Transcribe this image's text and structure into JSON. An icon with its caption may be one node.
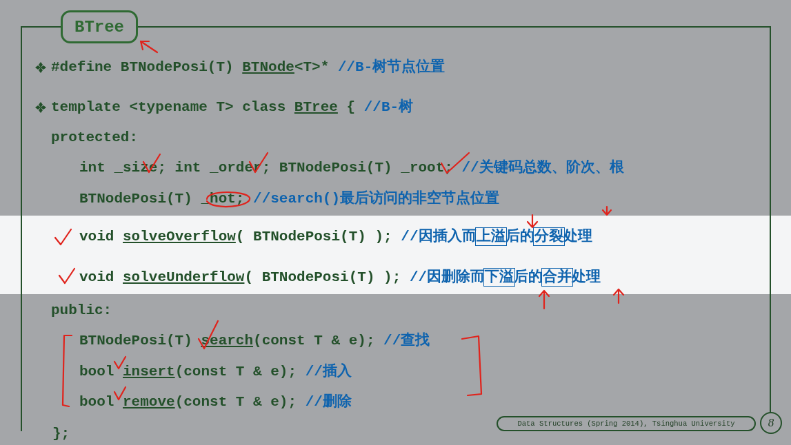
{
  "diagram": {
    "title": "BTree",
    "labels": [
      "#define BTNodePosi(T) BTNode<T>* //B-树节点位置",
      "template <typename T> class BTree { //B-树",
      "protected:",
      "int _size; int _order; BTNodePosi(T) _root; //关键码总数、阶次、根",
      "BTNodePosi(T) _hot; //search()最后访问的非空节点位置",
      "void solveOverflow( BTNodePosi(T) ); //因插入而上溢后的分裂处理",
      "void solveUnderflow( BTNodePosi(T) ); //因删除而下溢后的合并处理",
      "public:",
      "BTNodePosi(T) search(const T & e); //查找",
      "bool insert(const T & e); //插入",
      "bool remove(const T & e); //删除",
      "};",
      "Data Structures (Spring 2014), Tsinghua University",
      "8"
    ]
  }
}
